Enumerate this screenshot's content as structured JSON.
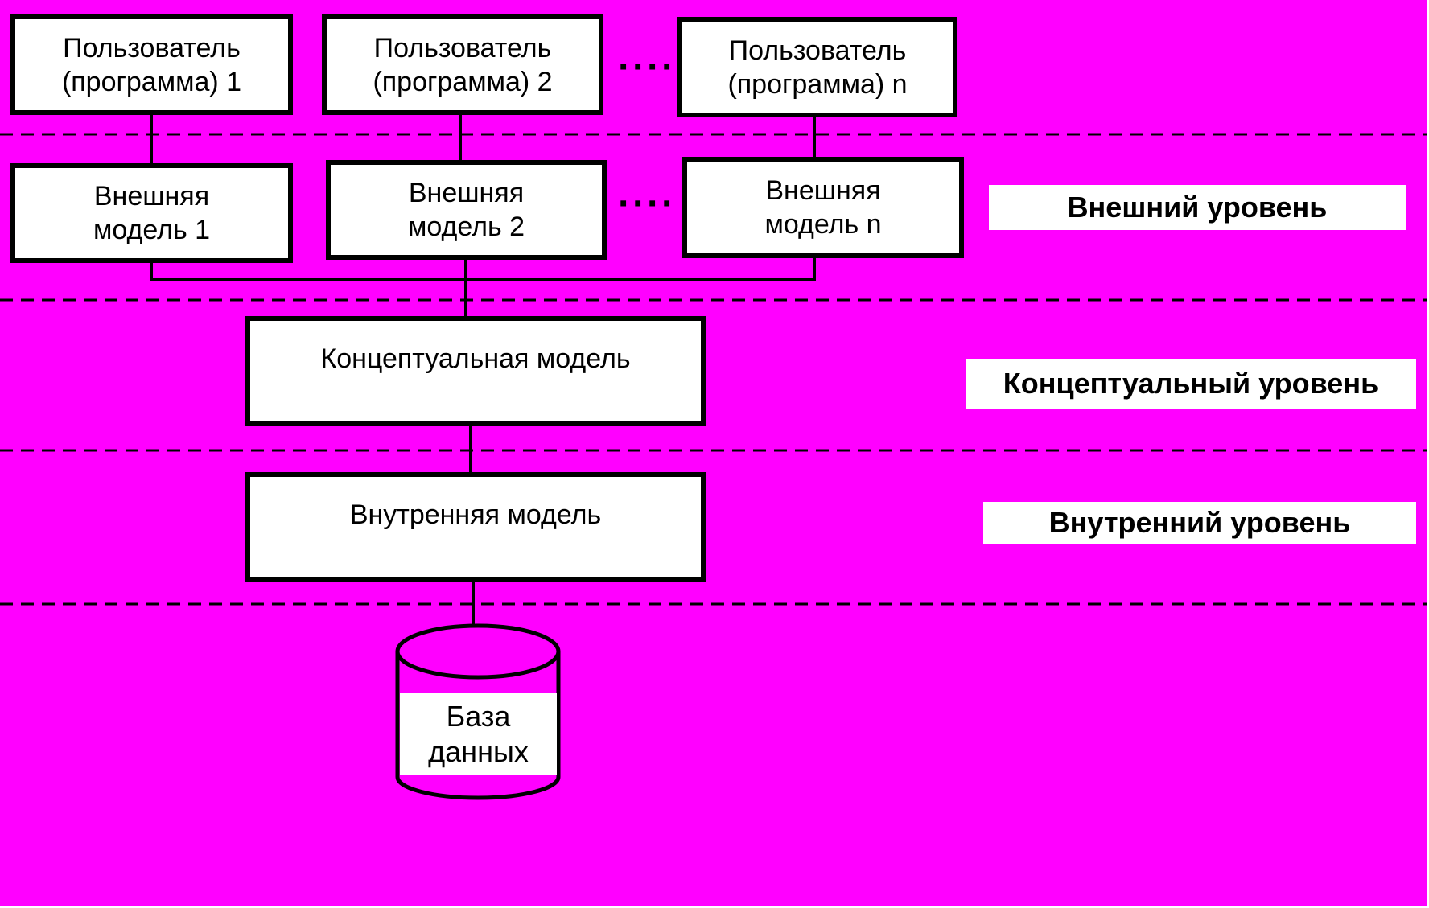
{
  "colors": {
    "background": "#FF00FF",
    "box_fill": "#FFFFFF",
    "stroke": "#000000"
  },
  "users": [
    {
      "line1": "Пользователь",
      "line2": "(программа) 1"
    },
    {
      "line1": "Пользователь",
      "line2": "(программа) 2"
    },
    {
      "line1": "Пользователь",
      "line2": "(программа) n"
    }
  ],
  "external_models": [
    {
      "line1": "Внешняя",
      "line2": "модель 1"
    },
    {
      "line1": "Внешняя",
      "line2": "модель 2"
    },
    {
      "line1": "Внешняя",
      "line2": "модель n"
    }
  ],
  "ellipsis": "····",
  "conceptual_model": "Концептуальная модель",
  "internal_model": "Внутренняя модель",
  "database": {
    "line1": "База",
    "line2": "данных"
  },
  "levels": {
    "external": "Внешний уровень",
    "conceptual": "Концептуальный уровень",
    "internal": "Внутренний уровень"
  }
}
